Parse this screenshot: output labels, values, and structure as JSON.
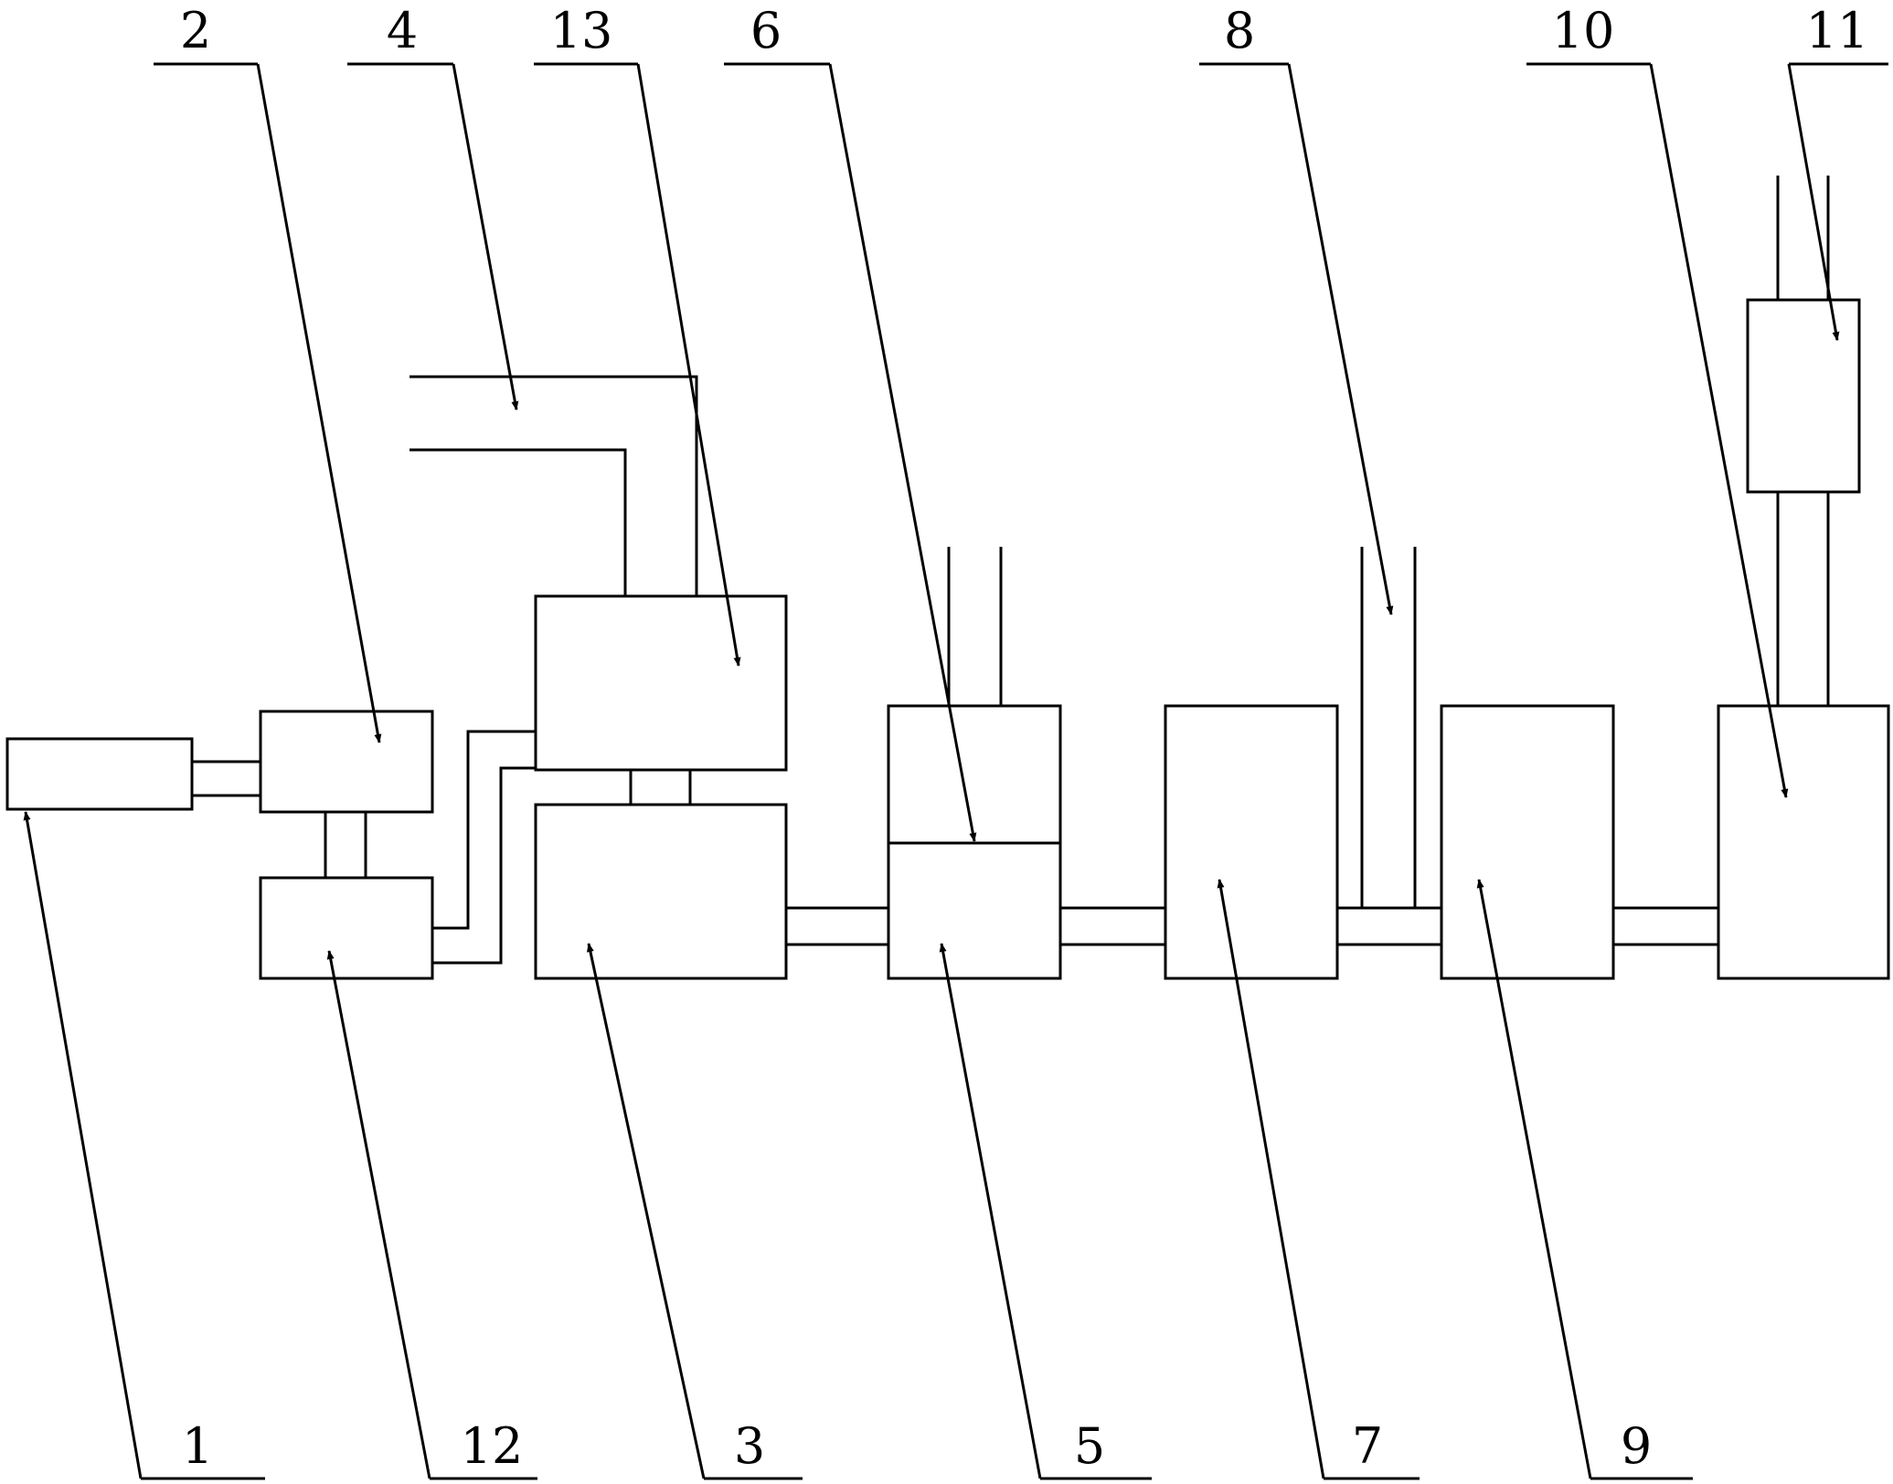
{
  "diagram": {
    "callouts": {
      "c1": "1",
      "c2": "2",
      "c3": "3",
      "c4": "4",
      "c5": "5",
      "c6": "6",
      "c7": "7",
      "c8": "8",
      "c9": "9",
      "c10": "10",
      "c11": "11",
      "c12": "12",
      "c13": "13"
    },
    "line_color": "#000000",
    "background": "#ffffff"
  }
}
